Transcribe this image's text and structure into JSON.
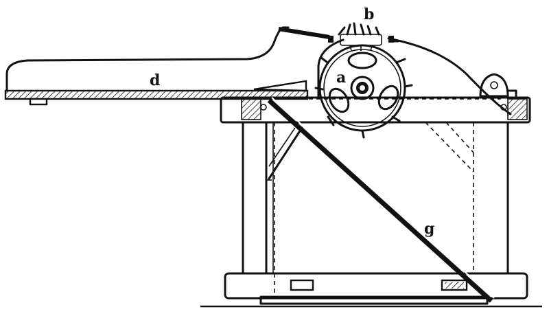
{
  "labels": {
    "a": "a",
    "b": "b",
    "d": "d",
    "g": "g"
  },
  "colors": {
    "ink": "#111111",
    "paper": "#ffffff"
  }
}
